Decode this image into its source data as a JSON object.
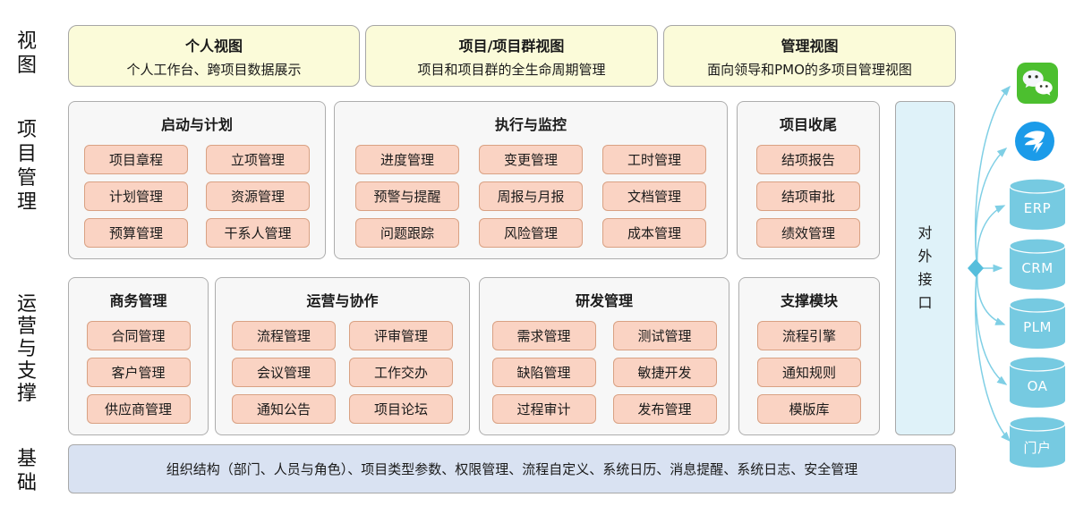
{
  "row_labels": {
    "view": "视图",
    "project_management": "项目管理",
    "operations_support": "运营与支撑",
    "foundation": "基础"
  },
  "view_cards": [
    {
      "title": "个人视图",
      "subtitle": "个人工作台、跨项目数据展示"
    },
    {
      "title": "项目/项目群视图",
      "subtitle": "项目和项目群的全生命周期管理"
    },
    {
      "title": "管理视图",
      "subtitle": "面向领导和PMO的多项目管理视图"
    }
  ],
  "pm_sections": [
    {
      "title": "启动与计划",
      "items": [
        "项目章程",
        "立项管理",
        "计划管理",
        "资源管理",
        "预算管理",
        "干系人管理"
      ]
    },
    {
      "title": "执行与监控",
      "items": [
        "进度管理",
        "变更管理",
        "工时管理",
        "预警与提醒",
        "周报与月报",
        "文档管理",
        "问题跟踪",
        "风险管理",
        "成本管理"
      ]
    },
    {
      "title": "项目收尾",
      "items": [
        "结项报告",
        "结项审批",
        "绩效管理"
      ]
    }
  ],
  "ops_sections": [
    {
      "title": "商务管理",
      "items": [
        "合同管理",
        "客户管理",
        "供应商管理"
      ]
    },
    {
      "title": "运营与协作",
      "items": [
        "流程管理",
        "评审管理",
        "会议管理",
        "工作交办",
        "通知公告",
        "项目论坛"
      ]
    },
    {
      "title": "研发管理",
      "items": [
        "需求管理",
        "测试管理",
        "缺陷管理",
        "敏捷开发",
        "过程审计",
        "发布管理"
      ]
    },
    {
      "title": "支撑模块",
      "items": [
        "流程引擎",
        "通知规则",
        "模版库"
      ]
    }
  ],
  "external_interface_label": "对外接口",
  "foundation_text": "组织结构（部门、人员与角色）、项目类型参数、权限管理、流程自定义、系统日历、消息提醒、系统日志、安全管理",
  "integrations": {
    "app_icons": [
      "wechat-icon",
      "dingtalk-icon"
    ],
    "systems": [
      "ERP",
      "CRM",
      "PLM",
      "OA",
      "门户"
    ]
  },
  "colors": {
    "view_card_bg": "#fbfbd9",
    "section_bg": "#f7f7f7",
    "module_chip_bg": "#fad3c3",
    "module_chip_border": "#d9a183",
    "external_interface_bg": "#dff2f9",
    "foundation_bar_bg": "#d9e2f2",
    "integration_cylinder": "#76cae1",
    "arrow": "#7fcfe5",
    "wechat_green": "#4cbf2f",
    "dingtalk_blue": "#1b9be9"
  }
}
